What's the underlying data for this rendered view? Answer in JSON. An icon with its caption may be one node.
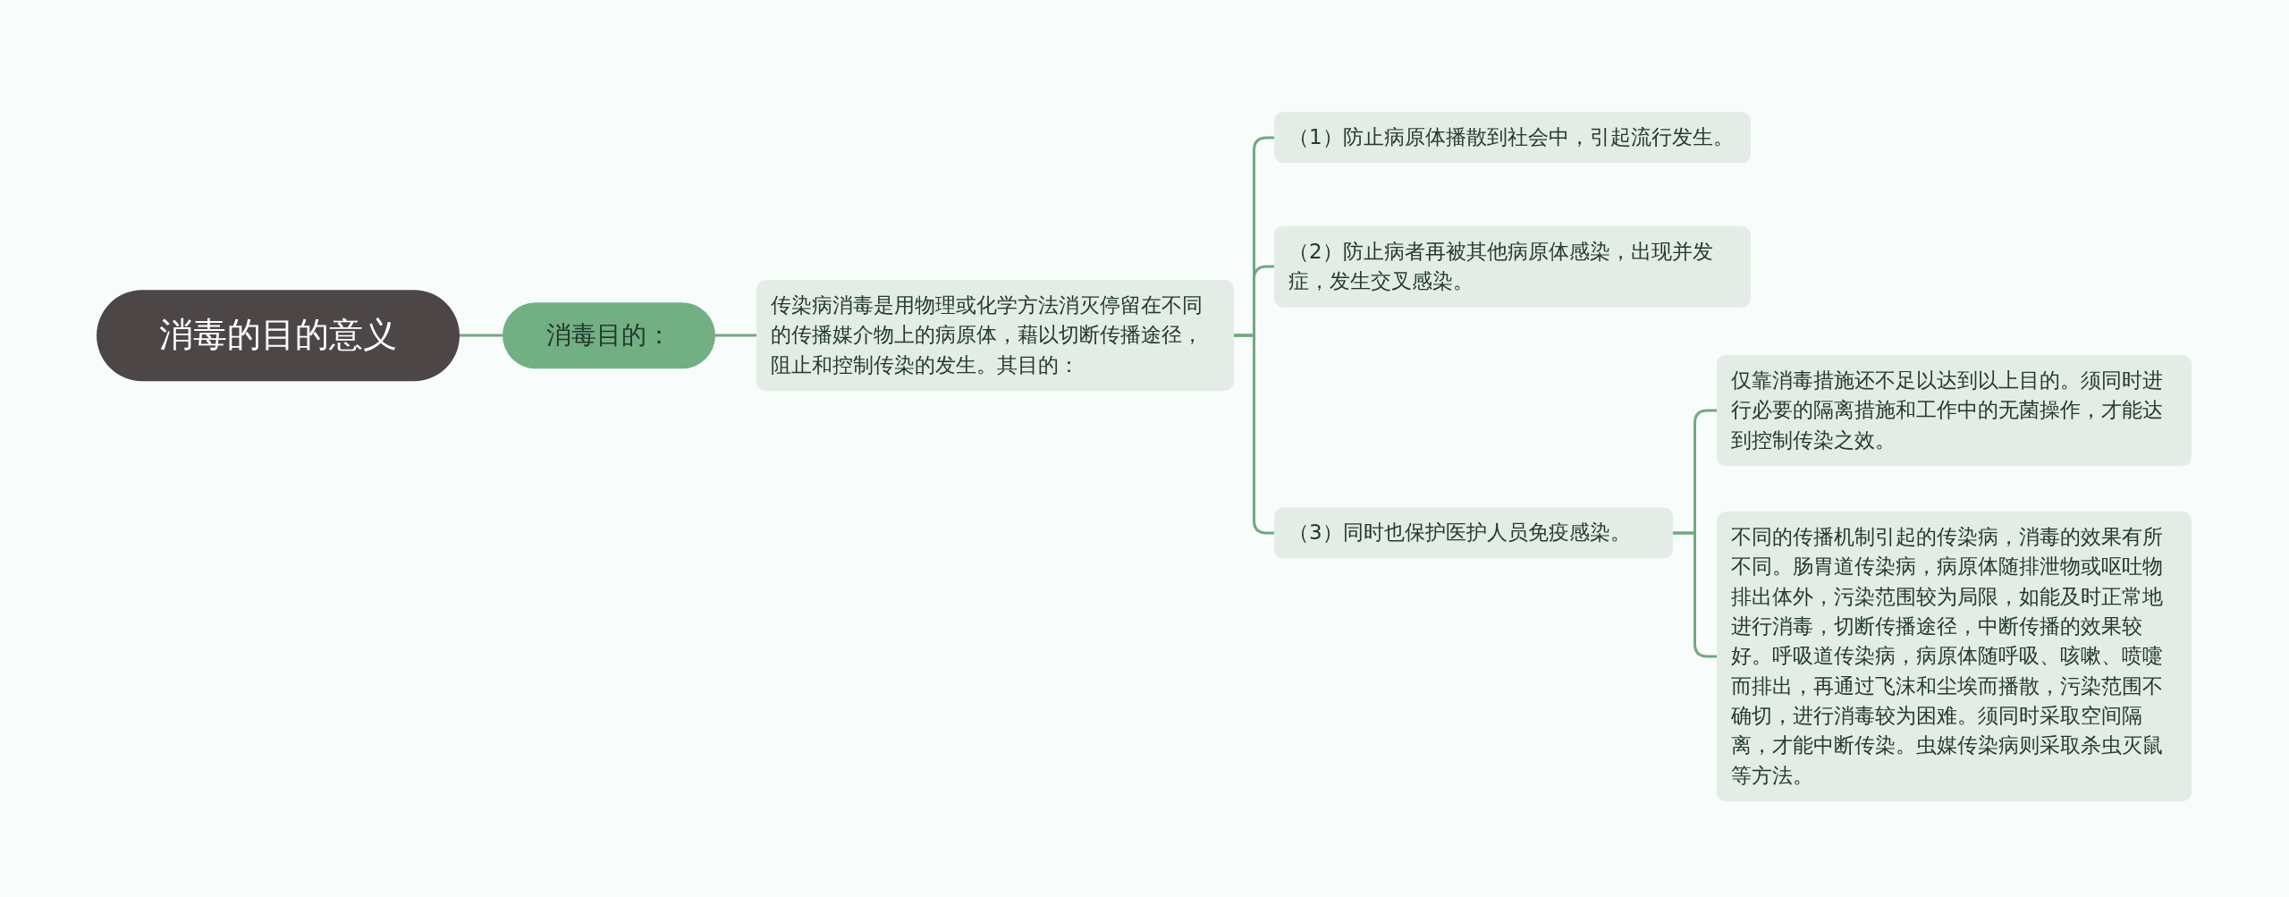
{
  "diagram": {
    "nodes": [
      {
        "text": [
          "消毒的目的意义"
        ]
      },
      {
        "text": [
          "消毒目的："
        ]
      },
      {
        "text": [
          "传染病消毒是用物理或化学方法消灭停留在不同的传播媒介物上的病原体，藉以切断传播途径，阻止和控制传染的发生。其目的："
        ]
      },
      {
        "text": [
          "（1）防止病原体播散到社会中，引起流行发生。"
        ]
      },
      {
        "text": [
          "（2）防止病者再被其他病原体感染，出现并发症，发生交叉感染。"
        ]
      },
      {
        "text": [
          "（3）同时也保护医护人员免疫感染。"
        ]
      },
      {
        "text": [
          "仅靠消毒措施还不足以达到以上目的。须同时进行必要的隔离措施和工作中的无菌操作，才能达到控制传染之效。"
        ]
      },
      {
        "text": [
          "不同的传播机制引起的传染病，消毒的效果有所不同。肠胃道传染病，病原体随排泄物或呕吐物排出体外，污染范围较为局限，如能及时正常地进行消毒，切断传播途径，中断传播的效果较好。呼吸道传染病，病原体随呼吸、咳嗽、喷嚏而排出，再通过飞沫和尘埃而播散，污染范围不确切，进行消毒较为困难。须同时采取空间隔离，才能中断传染。虫媒传染病则采取杀虫灭鼠等方法。"
        ]
      }
    ],
    "edges": [
      {
        "from": 0,
        "to": 1,
        "arrow": "none"
      },
      {
        "from": 1,
        "to": 2,
        "arrow": "none"
      },
      {
        "from": 2,
        "to": 3,
        "arrow": "none"
      },
      {
        "from": 2,
        "to": 4,
        "arrow": "none"
      },
      {
        "from": 2,
        "to": 5,
        "arrow": "none"
      },
      {
        "from": 5,
        "to": 6,
        "arrow": "none"
      },
      {
        "from": 5,
        "to": 7,
        "arrow": "none"
      }
    ]
  }
}
